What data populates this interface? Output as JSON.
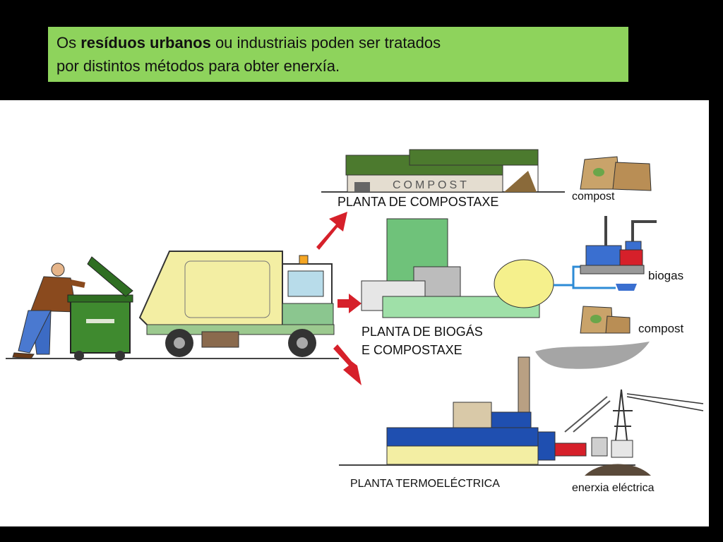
{
  "banner": {
    "prefix": "Os ",
    "bold": "resíduos urbanos",
    "rest": " ou industriais poden ser tratados",
    "line2": "por distintos métodos para obter enerxía."
  },
  "labels": {
    "compost_plant": "PLANTA DE COMPOSTAXE",
    "biogas_plant_line1": "PLANTA DE BIOGÁS",
    "biogas_plant_line2": "E COMPOSTAXE",
    "thermo_plant": "PLANTA TERMOELÉCTRICA",
    "compost_1": "compost",
    "biogas": "biogas",
    "compost_2": "compost",
    "electric_energy": "enerxia eléctrica",
    "building_sign": "COMPOST"
  },
  "colors": {
    "banner_bg": "#8ed35c",
    "arrow_red": "#d6202a",
    "roof_green": "#4c7a2e",
    "truck_body": "#f3eea3",
    "bin_green": "#3f8a2f",
    "factory_blue": "#1f4fb0"
  }
}
